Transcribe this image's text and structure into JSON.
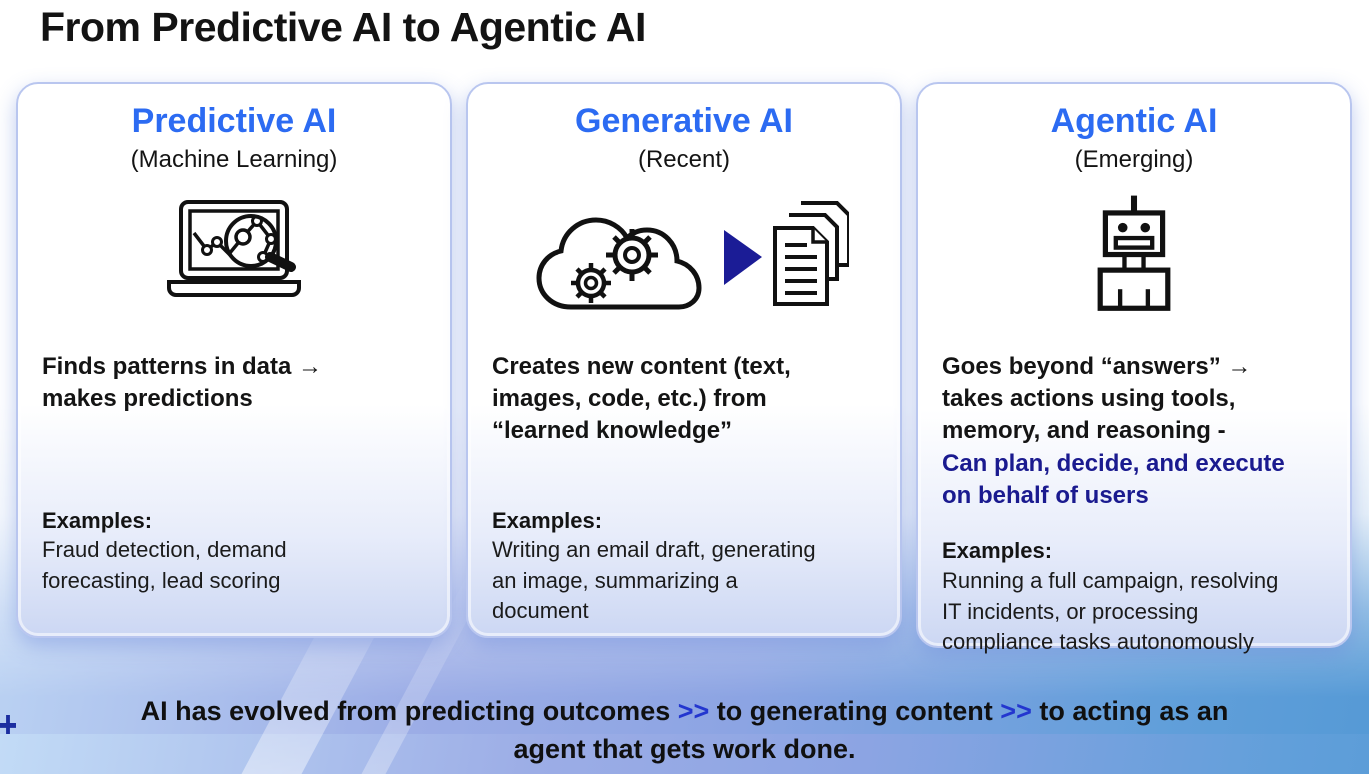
{
  "slide": {
    "title": "From Predictive AI to Agentic AI"
  },
  "colors": {
    "card_title_blue": "#2C6BF2",
    "highlight_navy": "#1A1A8F",
    "chevron_blue": "#2336CF",
    "card_border": "#B9C6EF",
    "background_bottom": "#8CA4E3"
  },
  "cards": [
    {
      "title": "Predictive AI",
      "subtitle": "(Machine Learning)",
      "icon": "laptop-analytics-magnifier-icon",
      "description": "Finds patterns in data →\nmakes predictions",
      "examples_label": "Examples:",
      "examples": "Fraud detection, demand\nforecasting, lead scoring"
    },
    {
      "title": "Generative AI",
      "subtitle": "(Recent)",
      "icon": "cloud-gears-to-documents-icon",
      "description": "Creates new content (text,\nimages, code, etc.) from\n“learned knowledge”",
      "examples_label": "Examples:",
      "examples": "Writing an email draft, generating\nan image, summarizing a\ndocument"
    },
    {
      "title": "Agentic AI",
      "subtitle": "(Emerging)",
      "icon": "robot-icon",
      "description": "Goes beyond “answers” →\ntakes actions using tools,\nmemory, and reasoning -",
      "highlight": "Can plan, decide, and execute\non behalf of users",
      "examples_label": "Examples:",
      "examples": "Running a full campaign, resolving\nIT incidents, or processing\ncompliance tasks autonomously"
    }
  ],
  "footer": {
    "part1": "AI has evolved from predicting outcomes ",
    "chevron1": ">>",
    "part2": " to generating content ",
    "chevron2": ">>",
    "part3": " to acting as an\nagent that gets work done."
  }
}
